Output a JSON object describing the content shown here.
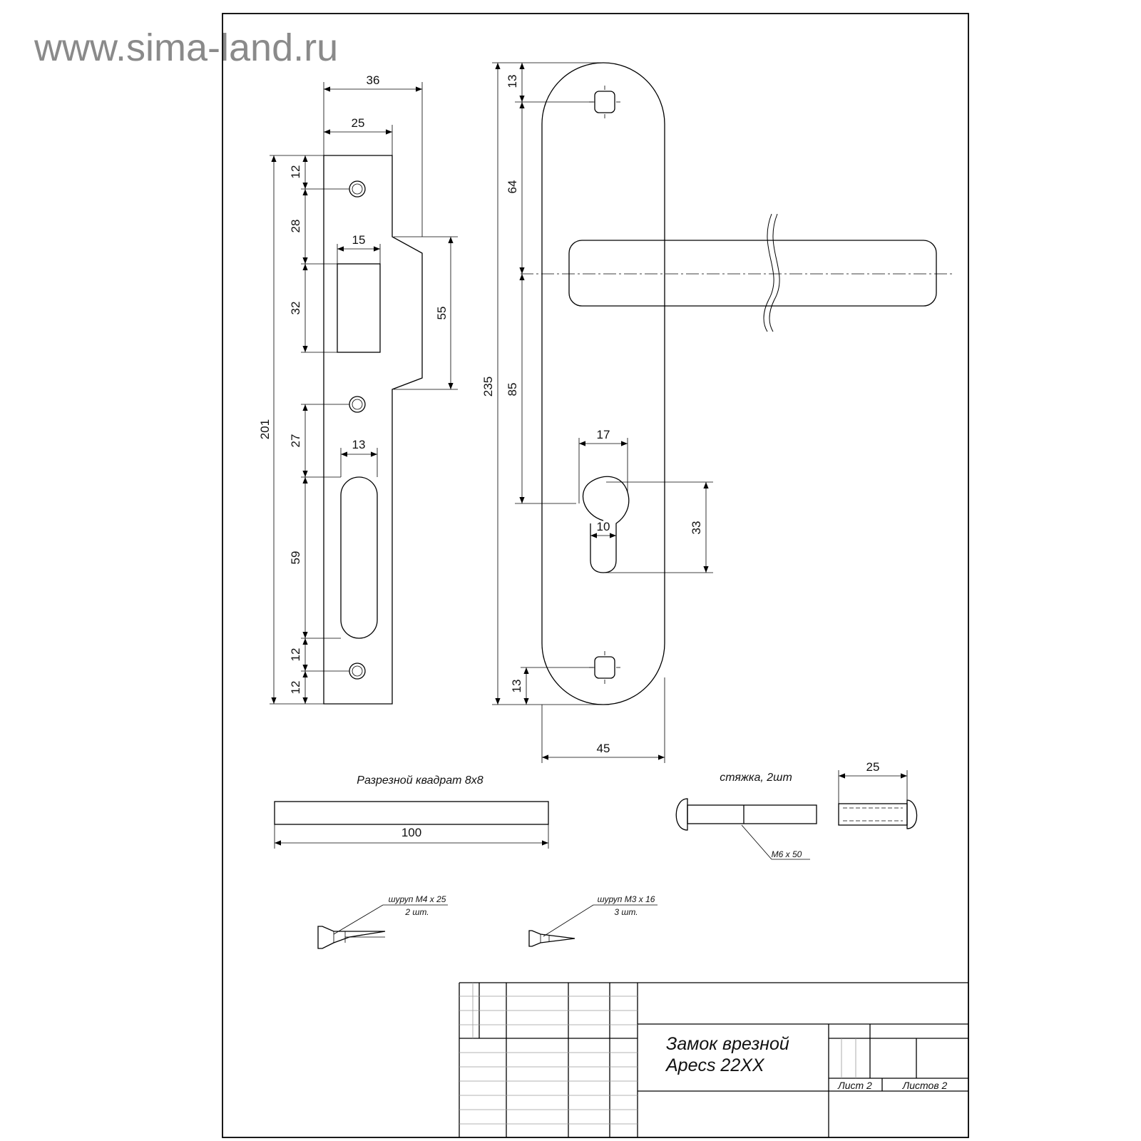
{
  "watermark": "www.sima-land.ru",
  "strike_plate": {
    "dims": {
      "width_total": "36",
      "width_plate": "25",
      "top_hole": "12",
      "hole_to_slot": "28",
      "slot_width": "15",
      "slot_height": "32",
      "tongue_height": "55",
      "total_height": "201",
      "hole_gap": "27",
      "oval_width": "13",
      "oval_height": "59",
      "bottom_gap_1": "12",
      "bottom_gap_2": "12"
    }
  },
  "handle_plate": {
    "dims": {
      "top_offset": "13",
      "to_handle_axis": "64",
      "total_height": "235",
      "axis_to_cylinder": "85",
      "cylinder_width": "17",
      "cylinder_neck": "10",
      "cylinder_height": "33",
      "bottom_offset": "13",
      "plate_width": "45"
    }
  },
  "parts": {
    "spindle_caption": "Разрезной квадрат 8х8",
    "spindle_length": "100",
    "screw_caption": "стяжка, 2шт",
    "screw_size": "М6 х 50",
    "sleeve_length": "25",
    "screw_m4_label": "шуруп М4 х 25",
    "screw_m4_qty": "2 шт.",
    "screw_m3_label": "шуруп М3 х 16",
    "screw_m3_qty": "3 шт."
  },
  "title_block": {
    "title_line1": "Замок врезной",
    "title_line2": "Apecs 22XX",
    "sheet": "Лист 2",
    "sheets": "Листов 2"
  }
}
